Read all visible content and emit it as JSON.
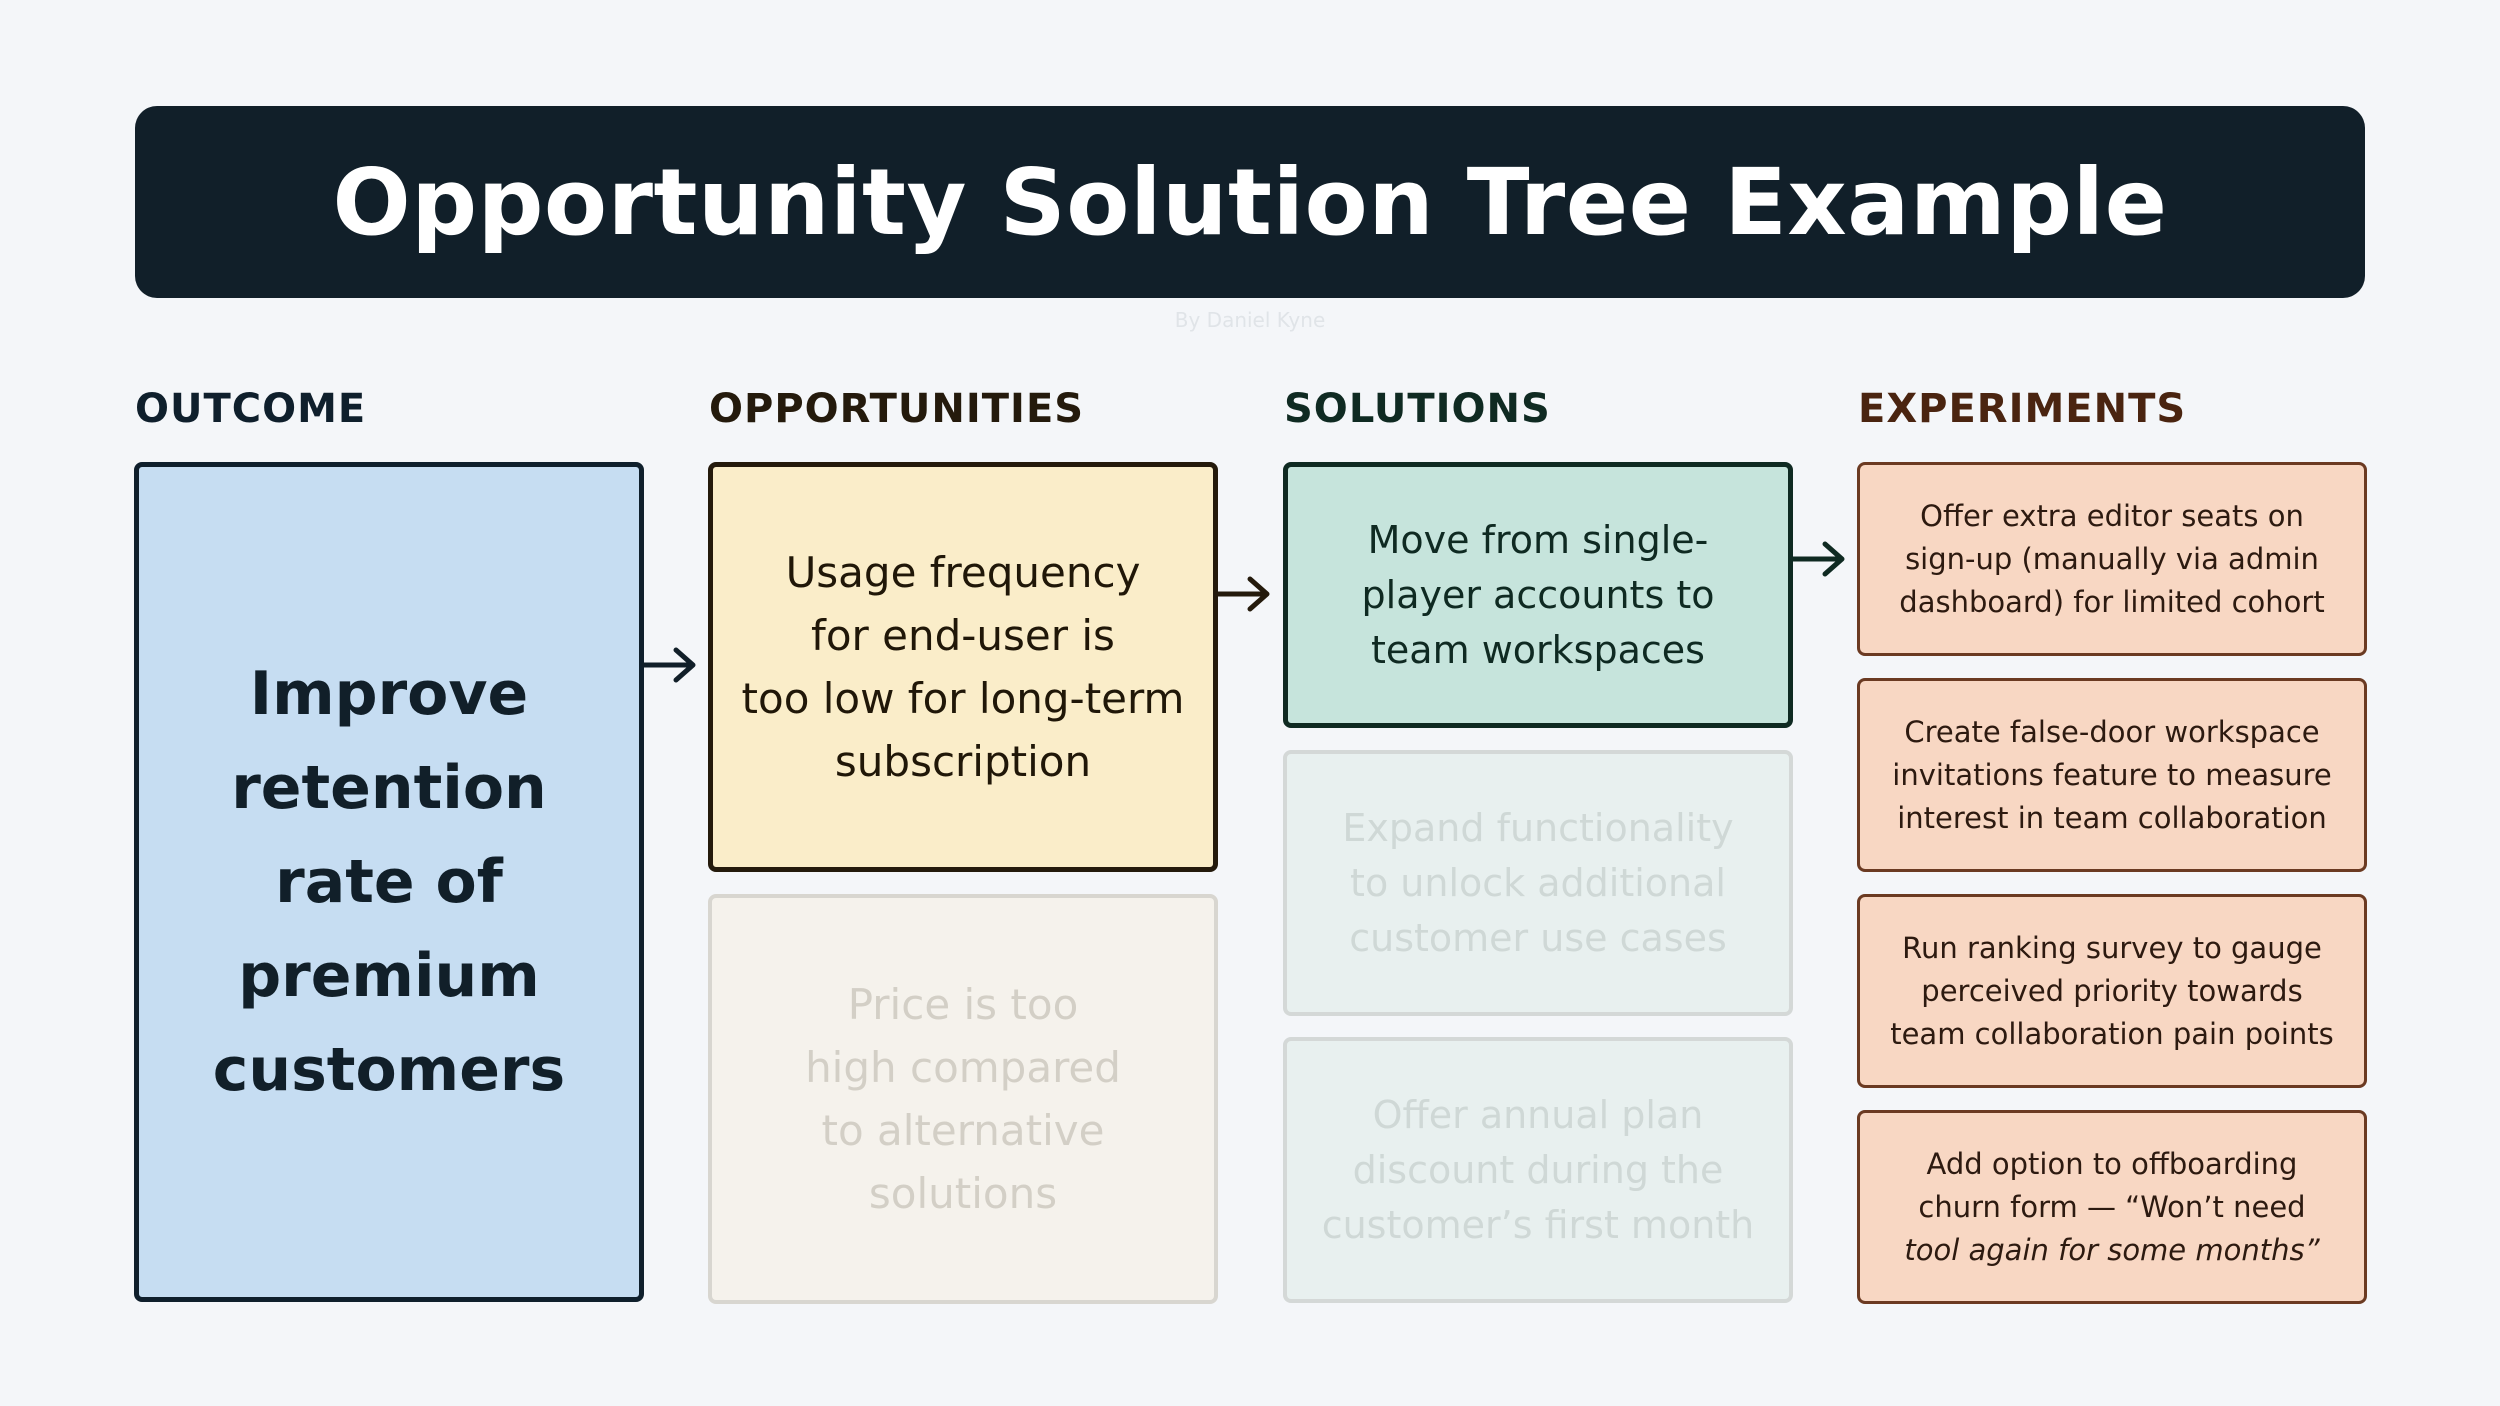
{
  "header": {
    "title": "Opportunity Solution Tree Example",
    "byline": "By Daniel Kyne"
  },
  "columns": {
    "outcome": "OUTCOME",
    "opportunities": "OPPORTUNITIES",
    "solutions": "SOLUTIONS",
    "experiments": "EXPERIMENTS"
  },
  "outcome": {
    "lines": [
      "Improve",
      "retention",
      "rate of",
      "premium",
      "customers"
    ]
  },
  "opportunities": [
    {
      "lines": [
        "Usage frequency",
        "for end-user is",
        "too low for long-term",
        "subscription"
      ],
      "active": true
    },
    {
      "lines": [
        "Price is too",
        "high compared",
        "to alternative",
        "solutions"
      ],
      "active": false
    }
  ],
  "solutions": [
    {
      "lines": [
        "Move from single-",
        "player accounts to",
        "team workspaces"
      ],
      "active": true
    },
    {
      "lines": [
        "Expand functionality",
        "to unlock additional",
        "customer use cases"
      ],
      "active": false
    },
    {
      "lines": [
        "Offer annual plan",
        "discount during the",
        "customer’s first month"
      ],
      "active": false
    }
  ],
  "experiments": [
    {
      "lines": [
        "Offer extra editor seats on",
        "sign-up (manually via admin",
        "dashboard) for limited cohort"
      ]
    },
    {
      "lines": [
        "Create false-door workspace",
        "invitations feature to measure",
        "interest in team collaboration"
      ]
    },
    {
      "lines": [
        "Run ranking survey to gauge",
        "perceived priority towards",
        "team collaboration pain points"
      ]
    },
    {
      "lines": [
        "Add option to offboarding",
        "churn form — “Won’t need",
        "tool again for some months”"
      ]
    }
  ],
  "colors": {
    "banner": "#111f29",
    "outcome_fill": "#c6ddf2",
    "opportunity_fill": "#faedc9",
    "solution_fill": "#c6e4dc",
    "experiment_fill": "#f8d7c3",
    "outcome_heading": "#0f1f2c",
    "opportunities_heading": "#241a0c",
    "solutions_heading": "#0f2a22",
    "experiments_heading": "#4a2410"
  }
}
